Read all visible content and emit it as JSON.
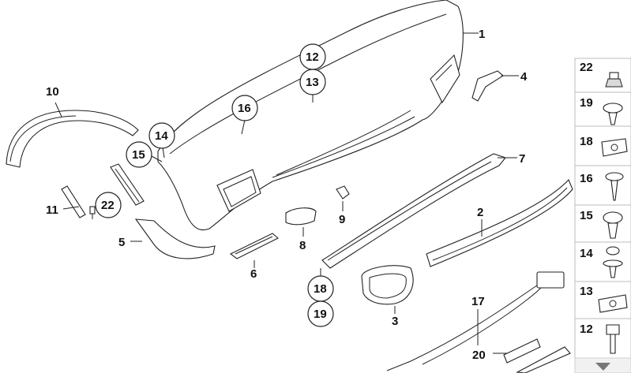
{
  "callouts": {
    "c1": "1",
    "c2": "2",
    "c3": "3",
    "c4": "4",
    "c5": "5",
    "c6": "6",
    "c7": "7",
    "c8": "8",
    "c9": "9",
    "c10": "10",
    "c11": "11",
    "c12": "12",
    "c13": "13",
    "c14": "14",
    "c15": "15",
    "c16": "16",
    "c17": "17",
    "c18": "18",
    "c19": "19",
    "c20": "20",
    "c22": "22"
  },
  "sidebar": {
    "items": [
      {
        "label": "22",
        "icon": "nut-icon"
      },
      {
        "label": "19",
        "icon": "expanding-rivet-icon"
      },
      {
        "label": "18",
        "icon": "spring-nut-icon"
      },
      {
        "label": "16",
        "icon": "screw-icon"
      },
      {
        "label": "15",
        "icon": "push-rivet-icon"
      },
      {
        "label": "14",
        "icon": "clip-rivet-icon"
      },
      {
        "label": "13",
        "icon": "clip-nut-icon"
      },
      {
        "label": "12",
        "icon": "bolt-icon"
      }
    ]
  }
}
